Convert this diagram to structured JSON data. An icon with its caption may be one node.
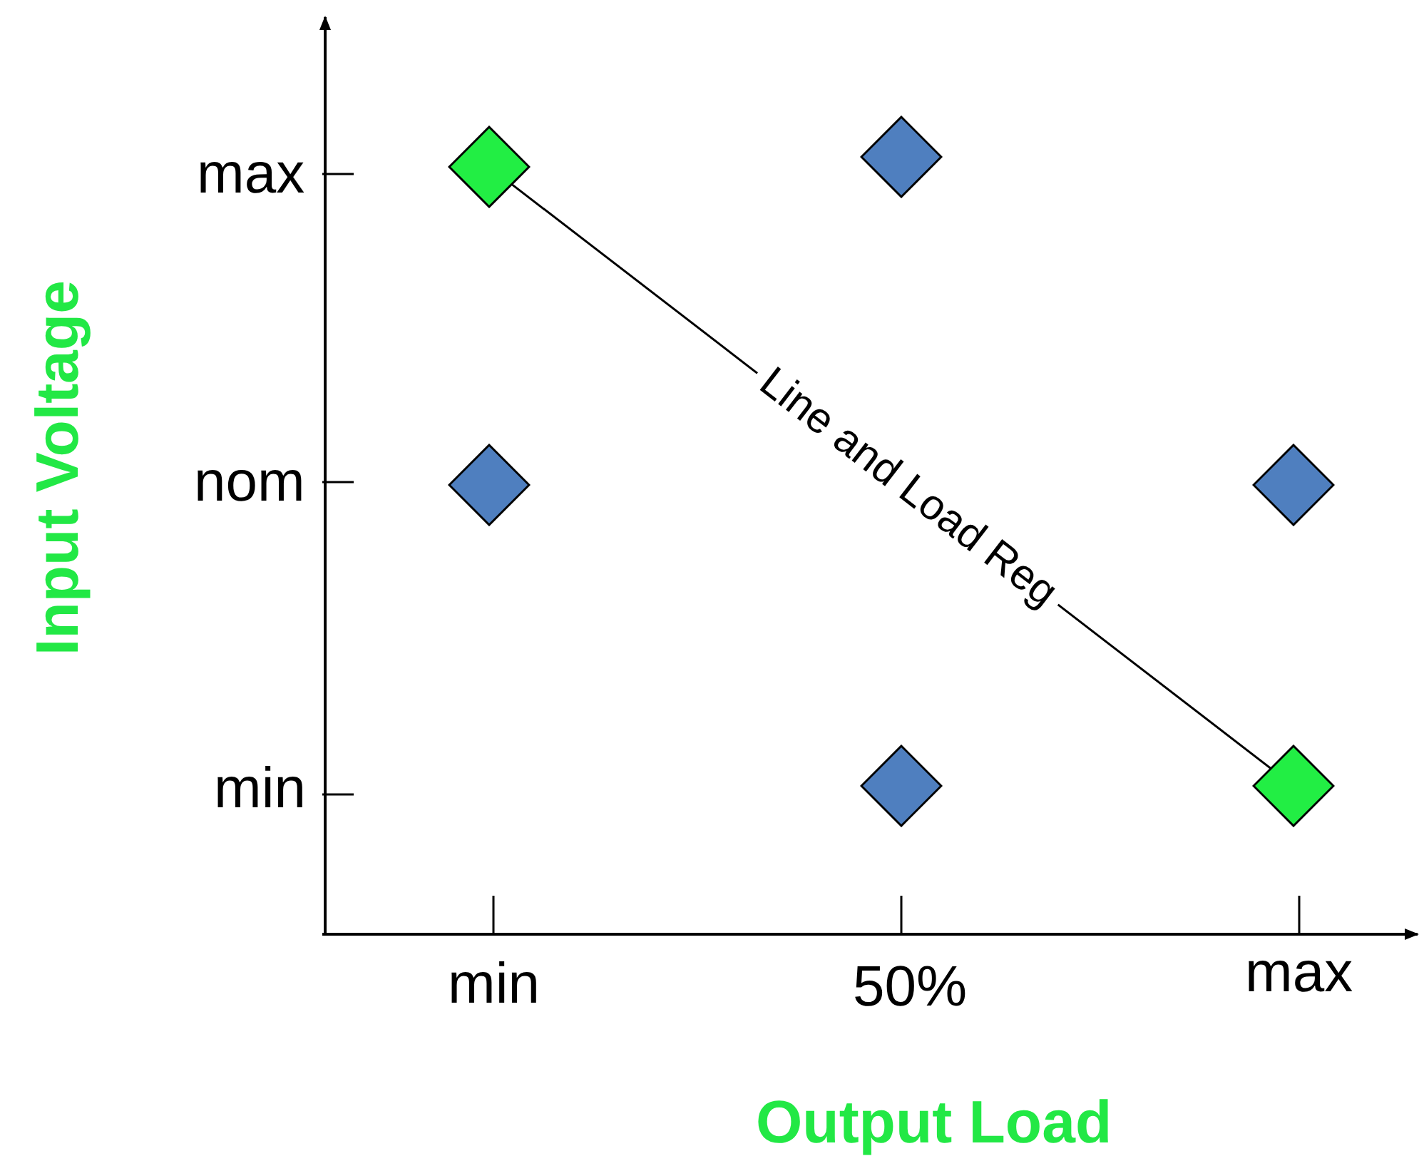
{
  "diagram": {
    "nodes": [
      {
        "text": [],
        "shape": "diamond"
      },
      {
        "text": [],
        "shape": "diamond"
      },
      {
        "text": [],
        "shape": "diamond"
      },
      {
        "text": [],
        "shape": "diamond"
      },
      {
        "text": [],
        "shape": "diamond"
      },
      {
        "text": [],
        "shape": "diamond"
      }
    ],
    "edges": [
      {
        "from": 0,
        "to": 5,
        "arrow": "none",
        "label": "Line and Load Reg"
      }
    ],
    "labels": [
      "max",
      "nom",
      "min",
      "Input Voltage",
      "min",
      "50%",
      "max",
      "Output Load"
    ]
  }
}
